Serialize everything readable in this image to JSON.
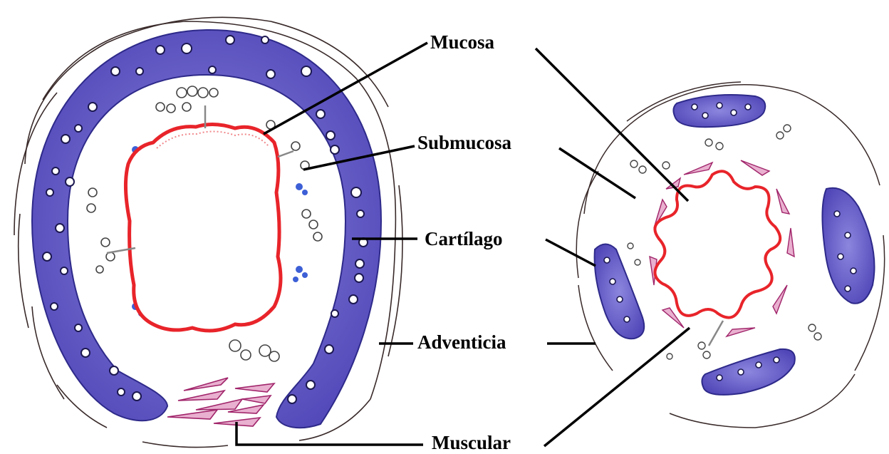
{
  "labels": {
    "mucosa": "Mucosa",
    "submucosa": "Submucosa",
    "cartilago": "Cartílago",
    "adventicia": "Adventicia",
    "muscular": "Muscular"
  },
  "colors": {
    "cartilage": "#5a4fc0",
    "cartilage_dark": "#2e2a8a",
    "mucosa": "#e8242a",
    "smooth_muscle": "#a0246a",
    "adventitia": "#3a2a2a",
    "glands": "#555555",
    "blue_dots": "#3d5fd6"
  }
}
